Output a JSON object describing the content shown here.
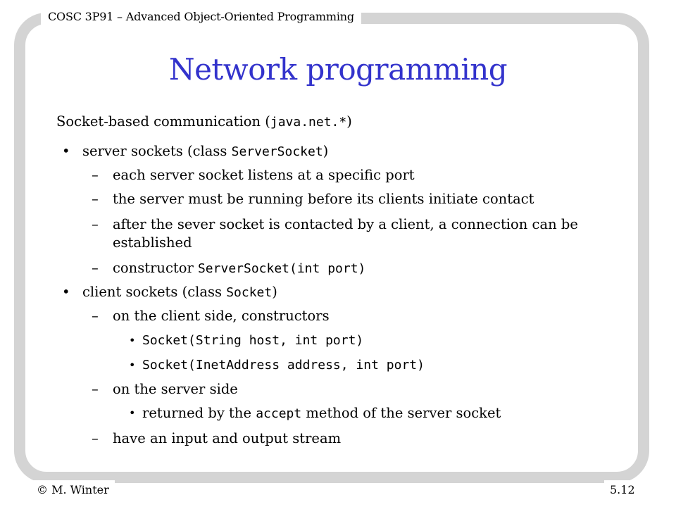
{
  "header": {
    "course": "COSC 3P91 – Advanced Object-Oriented Programming"
  },
  "title": "Network programming",
  "intro": {
    "text": "Socket-based communication (",
    "code": "java.net.*",
    "close": ")"
  },
  "b1": {
    "pre": "server sockets (class ",
    "code": "ServerSocket",
    "post": ")",
    "s1": "each server socket listens at a specific port",
    "s2": "the server must be running before its clients initiate contact",
    "s3": "after the sever socket is contacted by a client, a connection can be established",
    "s4_pre": "constructor ",
    "s4_code": "ServerSocket(int port)"
  },
  "b2": {
    "pre": "client sockets (class ",
    "code": "Socket",
    "post": ")",
    "s1": "on the client side, constructors",
    "c1": "Socket(String host, int port)",
    "c2": "Socket(InetAddress address, int port)",
    "s2": "on the server side",
    "r_pre": "returned by the ",
    "r_code": "accept",
    "r_post": " method of the server socket",
    "s3": "have an input and output stream"
  },
  "glyphs": {
    "bullet": "•",
    "dash": "–"
  },
  "footer": {
    "author": "© M. Winter",
    "page": "5.12"
  },
  "colors": {
    "title": "#3333cc",
    "frame": "#d4d4d4"
  }
}
